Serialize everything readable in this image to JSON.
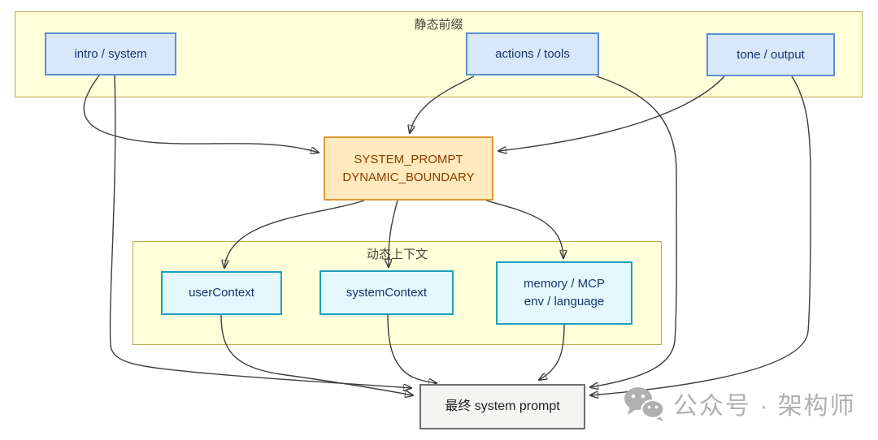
{
  "diagram": {
    "static_group": {
      "label": "静态前缀",
      "nodes": [
        {
          "label": "intro / system"
        },
        {
          "label": "actions / tools"
        },
        {
          "label": "tone / output"
        }
      ]
    },
    "boundary_node": {
      "line1": "SYSTEM_PROMPT",
      "line2": "DYNAMIC_BOUNDARY"
    },
    "dynamic_group": {
      "label": "动态上下文",
      "nodes": [
        {
          "label": "userContext"
        },
        {
          "label": "systemContext"
        },
        {
          "line1": "memory / MCP",
          "line2": "env / language"
        }
      ]
    },
    "final_node": {
      "label": "最终 system prompt"
    },
    "edges": [
      {
        "from": "intro / system",
        "to": "SYSTEM_PROMPT DYNAMIC_BOUNDARY"
      },
      {
        "from": "actions / tools",
        "to": "SYSTEM_PROMPT DYNAMIC_BOUNDARY"
      },
      {
        "from": "tone / output",
        "to": "SYSTEM_PROMPT DYNAMIC_BOUNDARY"
      },
      {
        "from": "SYSTEM_PROMPT DYNAMIC_BOUNDARY",
        "to": "userContext"
      },
      {
        "from": "SYSTEM_PROMPT DYNAMIC_BOUNDARY",
        "to": "systemContext"
      },
      {
        "from": "SYSTEM_PROMPT DYNAMIC_BOUNDARY",
        "to": "memory / MCP env / language"
      },
      {
        "from": "intro / system",
        "to": "最终 system prompt"
      },
      {
        "from": "userContext",
        "to": "最终 system prompt"
      },
      {
        "from": "systemContext",
        "to": "最终 system prompt"
      },
      {
        "from": "memory / MCP env / language",
        "to": "最终 system prompt"
      },
      {
        "from": "actions / tools",
        "to": "最终 system prompt"
      },
      {
        "from": "tone / output",
        "to": "最终 system prompt"
      }
    ]
  },
  "watermark": {
    "icon": "wechat-icon",
    "text": "公众号 · 架构师"
  },
  "colors": {
    "group_fill": "#ffffd9",
    "group_border": "#b3ad4e",
    "blue_fill": "#d9e7fb",
    "blue_border": "#5b8fd6",
    "cyan_fill": "#e4f8fd",
    "cyan_border": "#1ca0c3",
    "orange_fill": "#ffe9bd",
    "orange_border": "#de9a33",
    "orange_text": "#8c3b00",
    "navy_text": "#17356d",
    "final_fill": "#f4f4f3",
    "final_border": "#6e6e6e",
    "arrow": "#3d3d3d",
    "watermark_gray": "#b0b0b0"
  }
}
